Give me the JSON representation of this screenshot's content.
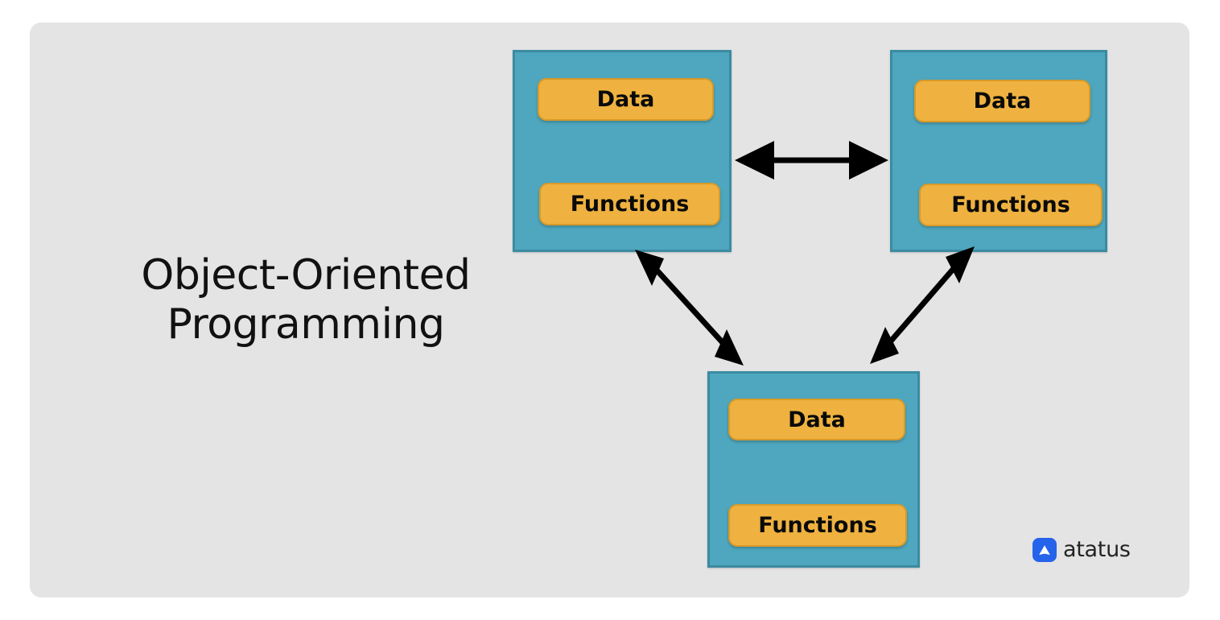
{
  "diagram": {
    "title": "Object-Oriented\nProgramming",
    "background_color": "#e4e4e4",
    "page_color": "#ffffff",
    "box_fill_color": "#4ea7be",
    "box_border_color": "#3b8ba2",
    "pill_fill_color": "#efb240",
    "pill_border_color": "#d99a28",
    "arrow_color": "#000000",
    "objects": [
      {
        "id": "object-top-left",
        "members": [
          {
            "label": "Data"
          },
          {
            "label": "Functions"
          }
        ]
      },
      {
        "id": "object-top-right",
        "members": [
          {
            "label": "Data"
          },
          {
            "label": "Functions"
          }
        ]
      },
      {
        "id": "object-bottom",
        "members": [
          {
            "label": "Data"
          },
          {
            "label": "Functions"
          }
        ]
      }
    ],
    "connections": [
      {
        "id": "connection-top-left-to-top-right",
        "style": "double-headed-arrow",
        "orientation": "horizontal"
      },
      {
        "id": "connection-top-left-to-bottom",
        "style": "double-headed-arrow",
        "orientation": "diagonal"
      },
      {
        "id": "connection-bottom-to-top-right",
        "style": "double-headed-arrow",
        "orientation": "diagonal"
      }
    ]
  },
  "branding": {
    "name": "atatus",
    "mark_color": "#2563eb",
    "mark_glyph": "upward-triangle",
    "text_color": "#232323"
  }
}
